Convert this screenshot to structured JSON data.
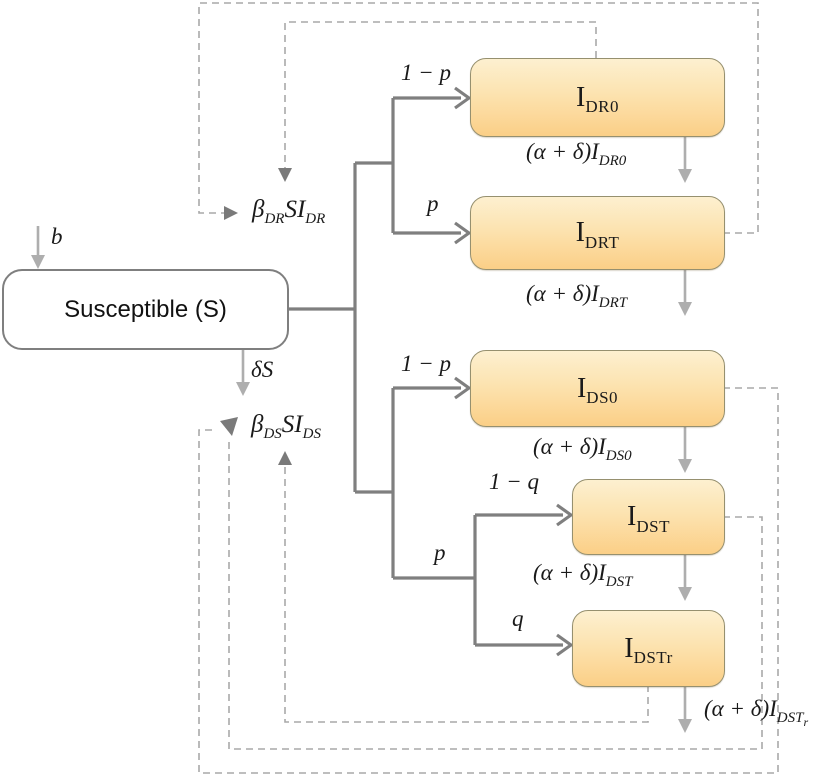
{
  "title": "Drug-sensitive / drug-resistant TB compartmental model diagram",
  "colors": {
    "box_gradient_top": "#fdf0d0",
    "box_gradient_bottom": "#fbcf87",
    "solid_line": "#7f7f7f",
    "light_arrow": "#aeaeae",
    "dashed_line": "#a9a9a9",
    "text": "#1a1a1a"
  },
  "susceptible": {
    "label": "Susceptible (S)"
  },
  "compartments": {
    "idr0": {
      "base": "I",
      "sub": "DR0"
    },
    "idrt": {
      "base": "I",
      "sub": "DRT"
    },
    "ids0": {
      "base": "I",
      "sub": "DS0"
    },
    "idst": {
      "base": "I",
      "sub": "DST"
    },
    "idstr": {
      "base": "I",
      "sub": "DSTr"
    }
  },
  "params": {
    "birth": "b",
    "death_s": "δS",
    "one_minus_p_dr": "1 − p",
    "p_dr": "p",
    "one_minus_p_ds": "1 − p",
    "p_ds": "p",
    "one_minus_q": "1 − q",
    "q": "q"
  },
  "forces": {
    "dr": {
      "beta": "β",
      "beta_sub": "DR",
      "si": "SI",
      "si_sub": "DR"
    },
    "ds": {
      "beta": "β",
      "beta_sub": "DS",
      "si": "SI",
      "si_sub": "DS"
    }
  },
  "outflows": {
    "idr0": {
      "base": "(α + δ)I",
      "sub": "DR0"
    },
    "idrt": {
      "base": "(α + δ)I",
      "sub": "DRT"
    },
    "ids0": {
      "base": "(α + δ)I",
      "sub": "DS0"
    },
    "idst": {
      "base": "(α + δ)I",
      "sub": "DST"
    },
    "idstr": {
      "base": "(α + δ)I",
      "sub": "DST",
      "subsub": "r"
    }
  }
}
